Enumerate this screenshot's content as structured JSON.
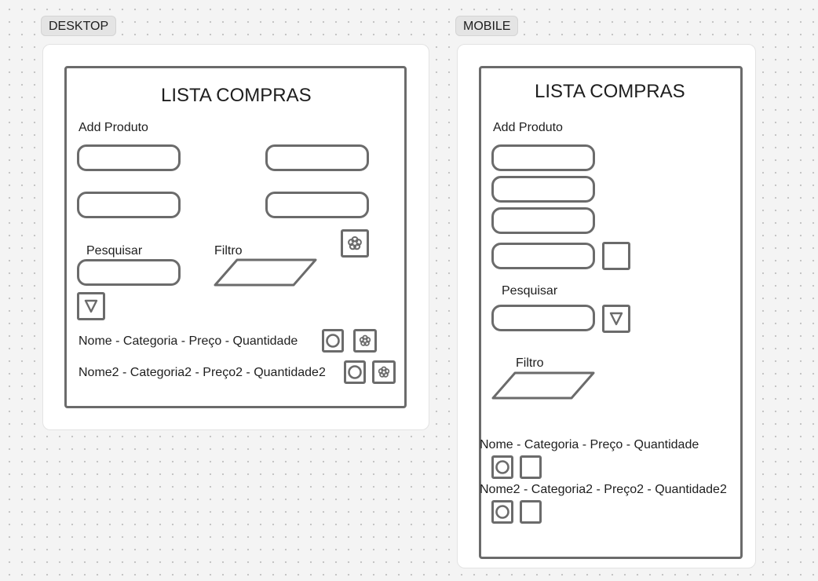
{
  "desktop": {
    "tag": "DESKTOP",
    "title": "LISTA COMPRAS",
    "add_label": "Add Produto",
    "search_label": "Pesquisar",
    "filter_label": "Filtro",
    "rows": [
      "Nome - Categoria - Preço - Quantidade",
      "Nome2 - Categoria2 - Preço2 - Quantidade2"
    ]
  },
  "mobile": {
    "tag": "MOBILE",
    "title": "LISTA COMPRAS",
    "add_label": "Add Produto",
    "search_label": "Pesquisar",
    "filter_label": "Filtro",
    "rows": [
      "Nome - Categoria - Preço - Quantidade",
      "Nome2 - Categoria2 - Preço2 - Quantidade2"
    ]
  },
  "icons": {
    "add": "flower-icon",
    "search": "triangle-down-icon",
    "edit": "circle-icon",
    "delete": "flower-icon"
  },
  "colors": {
    "stroke": "#6b6b6b",
    "canvas": "#f4f4f4",
    "frame": "#ffffff",
    "text": "#1e1e1e"
  }
}
